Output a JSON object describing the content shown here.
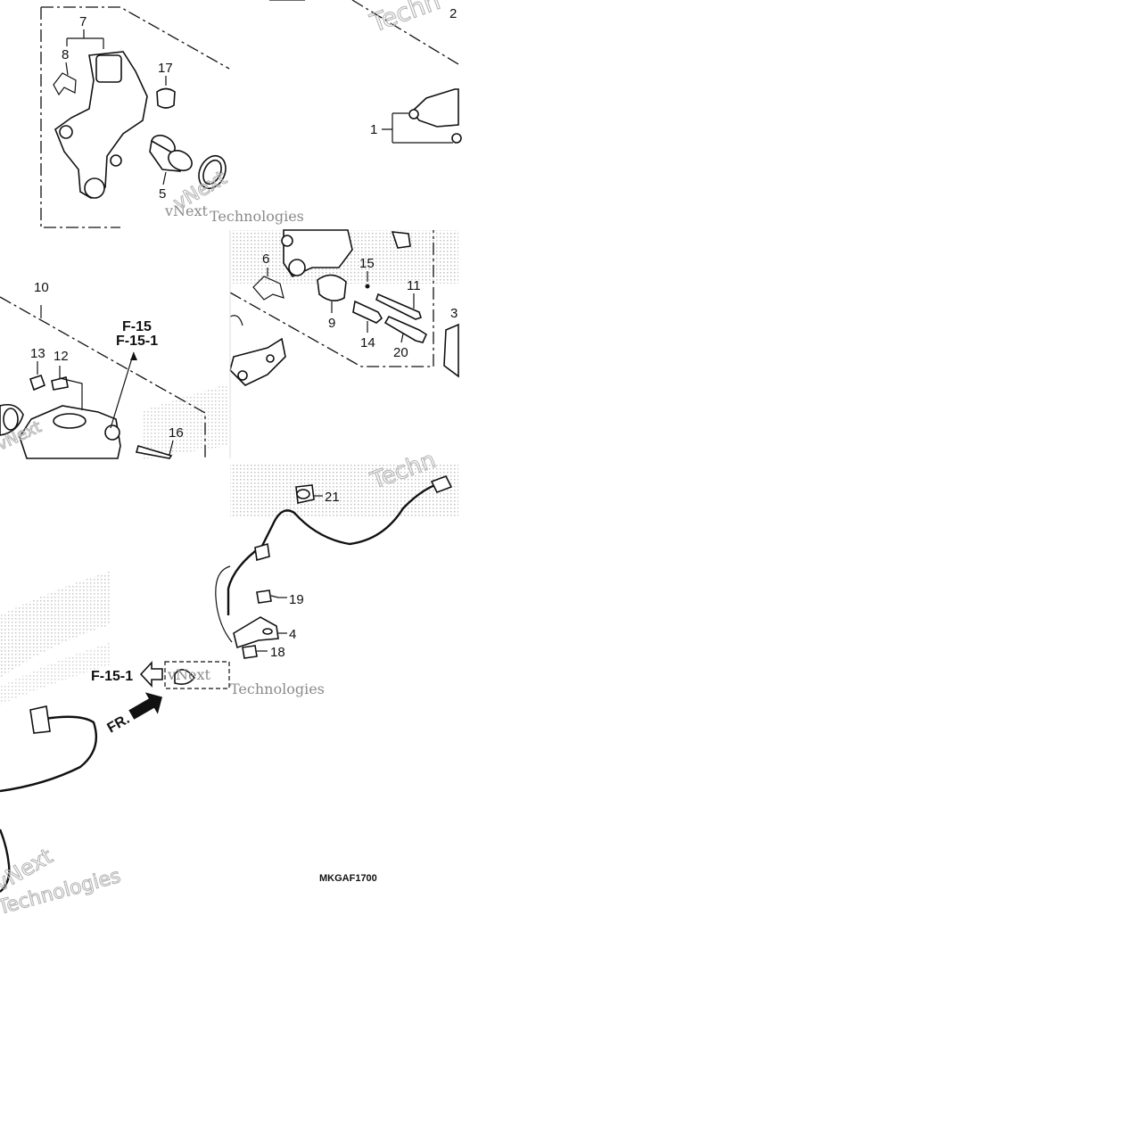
{
  "diagram": {
    "part_code": "MKGAF1700",
    "watermark": {
      "line1": "vNext",
      "line2": "Technologies",
      "short": "Techn"
    },
    "references": {
      "ref_a": "F-15",
      "ref_b": "F-15-1",
      "ref_arrow": "F-15-1",
      "front": "FR."
    },
    "callouts": {
      "c1": "1",
      "c2": "2",
      "c3": "3",
      "c4": "4",
      "c5": "5",
      "c6": "6",
      "c7": "7",
      "c8": "8",
      "c9": "9",
      "c10": "10",
      "c11": "11",
      "c12": "12",
      "c13": "13",
      "c14": "14",
      "c15": "15",
      "c16": "16",
      "c17": "17",
      "c18": "18",
      "c19": "19",
      "c20": "20",
      "c21": "21"
    }
  }
}
